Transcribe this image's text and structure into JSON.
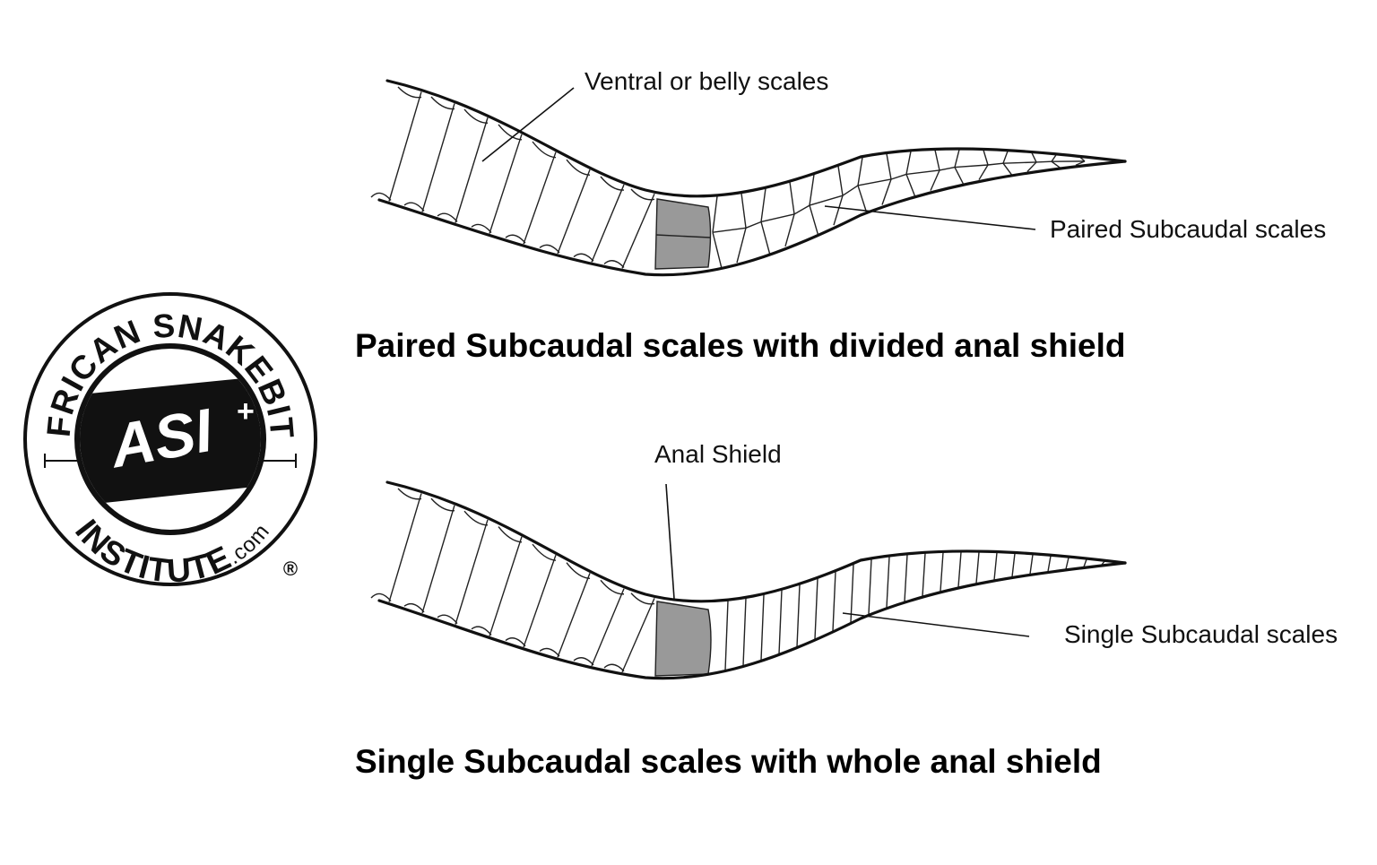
{
  "labels": {
    "ventral": "Ventral or belly scales",
    "paired_subcaudal": "Paired Subcaudal scales",
    "anal_shield": "Anal Shield",
    "single_subcaudal": "Single Subcaudal scales"
  },
  "captions": {
    "top": "Paired Subcaudal scales with divided anal shield",
    "bottom": "Single Subcaudal scales with whole anal shield"
  },
  "logo": {
    "ring_top": "AFRICAN SNAKEBITE",
    "ring_bottom": "INSTITUTE",
    "ring_bottom_suffix": ".com",
    "monogram": "ASI",
    "registered": "®"
  },
  "colors": {
    "outline": "#111111",
    "anal_shield_fill": "#999999",
    "background": "#ffffff"
  }
}
